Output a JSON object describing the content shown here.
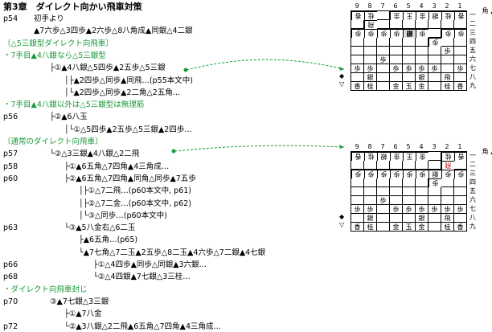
{
  "title": "第3章　ダイレクト向かい飛車対策",
  "lines": [
    {
      "page": "p54",
      "text": "初手より",
      "indent": 1,
      "style": ""
    },
    {
      "page": "",
      "text": "▲7六歩△3四歩▲2六歩△8八角成▲同銀△4二銀",
      "indent": 1,
      "style": ""
    },
    {
      "page": "",
      "text": "〔△5三銀型ダイレクト向飛車〕",
      "indent": 0,
      "style": "green"
    },
    {
      "page": "",
      "text": "・7手目▲4八銀なら△5三銀型",
      "indent": 0,
      "style": "green"
    },
    {
      "page": "",
      "text": "├①▲4八銀△5四歩▲2五歩△5三銀",
      "indent": 2,
      "style": "ul"
    },
    {
      "page": "",
      "text": "│├▲2四歩△同歩▲同飛…(p55本文中)",
      "indent": 3,
      "style": ""
    },
    {
      "page": "",
      "text": "│└▲2四歩△同歩▲2二角△2五角…",
      "indent": 3,
      "style": ""
    },
    {
      "page": "",
      "text": "・7手目▲4八銀以外は△5三銀型は無理筋",
      "indent": 0,
      "style": "green"
    },
    {
      "page": "p56",
      "text": "├②▲6八玉",
      "indent": 2,
      "style": ""
    },
    {
      "page": "",
      "text": "│└①△5四歩▲2五歩△5三銀▲2四歩…",
      "indent": 3,
      "style": ""
    },
    {
      "page": "",
      "text": "〔通常のダイレクト向飛車〕",
      "indent": 0,
      "style": "green"
    },
    {
      "page": "p57",
      "text": "└②△3三銀▲4八銀△2二飛",
      "indent": 2,
      "style": ""
    },
    {
      "page": "p58",
      "text": "├①▲6五角△7四角▲4三角成…",
      "indent": 3,
      "style": ""
    },
    {
      "page": "p60",
      "text": "├②▲6五角△7四角▲同角△同歩▲7五歩",
      "indent": 3,
      "style": ""
    },
    {
      "page": "",
      "text": "│├①△7二飛…(p60本文中, p61)",
      "indent": 4,
      "style": ""
    },
    {
      "page": "",
      "text": "│├②△7二金…(p60本文中, p62)",
      "indent": 4,
      "style": ""
    },
    {
      "page": "",
      "text": "│└③△同歩…(p60本文中)",
      "indent": 4,
      "style": ""
    },
    {
      "page": "p63",
      "text": "└③▲5八金右△6二玉",
      "indent": 3,
      "style": ""
    },
    {
      "page": "",
      "text": "├▲6五角…(p65)",
      "indent": 4,
      "style": ""
    },
    {
      "page": "",
      "text": "└▲7七角△7二玉▲2五歩△8二玉▲4六歩△7二銀▲4七銀",
      "indent": 4,
      "style": ""
    },
    {
      "page": "p66",
      "text": "├①△4四歩▲同歩△同銀▲3六銀…",
      "indent": 5,
      "style": ""
    },
    {
      "page": "p68",
      "text": "└②△4四銀▲7七銀△3三桂…",
      "indent": 5,
      "style": ""
    },
    {
      "page": "",
      "text": "・ダイレクト向飛車封じ",
      "indent": 0,
      "style": "green"
    },
    {
      "page": "p70",
      "text": "③▲7七銀△3三銀",
      "indent": 2,
      "style": ""
    },
    {
      "page": "",
      "text": "├①▲7八金",
      "indent": 3,
      "style": ""
    },
    {
      "page": "p72",
      "text": "└②▲3八銀△2二飛▲6五角△7四角▲4三角成…",
      "indent": 3,
      "style": ""
    }
  ],
  "boards": [
    {
      "files": [
        "9",
        "8",
        "7",
        "6",
        "5",
        "4",
        "3",
        "2",
        "1"
      ],
      "ranks": [
        "一",
        "二",
        "三",
        "四",
        "五",
        "六",
        "七",
        "八",
        "九"
      ],
      "gote_hand": "角",
      "sente_hand": "",
      "grid": [
        [
          [
            "香",
            "g"
          ],
          [
            "桂",
            "g"
          ],
          [
            "",
            ""
          ],
          [
            "金",
            "g"
          ],
          [
            "王",
            "g"
          ],
          [
            "金",
            "g"
          ],
          [
            "銀",
            "g"
          ],
          [
            "桂",
            "g"
          ],
          [
            "香",
            "g"
          ]
        ],
        [
          [
            "",
            ""
          ],
          [
            "飛",
            "g"
          ],
          [
            "",
            ""
          ],
          [
            "",
            ""
          ],
          [
            "",
            ""
          ],
          [
            "",
            ""
          ],
          [
            "",
            ""
          ],
          [
            "",
            ""
          ],
          [
            "",
            ""
          ]
        ],
        [
          [
            "歩",
            "g"
          ],
          [
            "歩",
            "g"
          ],
          [
            "歩",
            "g"
          ],
          [
            "歩",
            "g"
          ],
          [
            "銀",
            "gs"
          ],
          [
            "歩",
            "g"
          ],
          [
            "",
            ""
          ],
          [
            "歩",
            "g"
          ],
          [
            "歩",
            "g"
          ]
        ],
        [
          [
            "",
            ""
          ],
          [
            "",
            ""
          ],
          [
            "",
            ""
          ],
          [
            "",
            ""
          ],
          [
            "",
            ""
          ],
          [
            "",
            ""
          ],
          [
            "歩",
            "g"
          ],
          [
            "",
            ""
          ],
          [
            "",
            ""
          ]
        ],
        [
          [
            "",
            ""
          ],
          [
            "",
            ""
          ],
          [
            "",
            ""
          ],
          [
            "",
            ""
          ],
          [
            "",
            ""
          ],
          [
            "",
            ""
          ],
          [
            "",
            ""
          ],
          [
            "歩",
            "s"
          ],
          [
            "",
            ""
          ]
        ],
        [
          [
            "",
            ""
          ],
          [
            "",
            ""
          ],
          [
            "歩",
            "s"
          ],
          [
            "",
            ""
          ],
          [
            "",
            ""
          ],
          [
            "",
            ""
          ],
          [
            "",
            ""
          ],
          [
            "",
            ""
          ],
          [
            "",
            ""
          ]
        ],
        [
          [
            "歩",
            "s"
          ],
          [
            "歩",
            "s"
          ],
          [
            "",
            ""
          ],
          [
            "歩",
            "s"
          ],
          [
            "歩",
            "s"
          ],
          [
            "歩",
            "s"
          ],
          [
            "歩",
            "s"
          ],
          [
            "",
            ""
          ],
          [
            "歩",
            "s"
          ]
        ],
        [
          [
            "",
            ""
          ],
          [
            "銀",
            "s"
          ],
          [
            "",
            ""
          ],
          [
            "",
            ""
          ],
          [
            "",
            ""
          ],
          [
            "銀",
            "s"
          ],
          [
            "",
            ""
          ],
          [
            "飛",
            "s"
          ],
          [
            "",
            ""
          ]
        ],
        [
          [
            "香",
            "s"
          ],
          [
            "桂",
            "s"
          ],
          [
            "",
            ""
          ],
          [
            "金",
            "s"
          ],
          [
            "玉",
            "s"
          ],
          [
            "金",
            "s"
          ],
          [
            "",
            ""
          ],
          [
            "桂",
            "s"
          ],
          [
            "香",
            "s"
          ]
        ]
      ]
    },
    {
      "files": [
        "9",
        "8",
        "7",
        "6",
        "5",
        "4",
        "3",
        "2",
        "1"
      ],
      "ranks": [
        "一",
        "二",
        "三",
        "四",
        "五",
        "六",
        "七",
        "八",
        "九"
      ],
      "gote_hand": "角",
      "sente_hand": "",
      "grid": [
        [
          [
            "香",
            "g"
          ],
          [
            "桂",
            "g"
          ],
          [
            "銀",
            "g"
          ],
          [
            "金",
            "g"
          ],
          [
            "王",
            "g"
          ],
          [
            "金",
            "g"
          ],
          [
            "",
            ""
          ],
          [
            "桂",
            "g"
          ],
          [
            "香",
            "g"
          ]
        ],
        [
          [
            "",
            ""
          ],
          [
            "",
            ""
          ],
          [
            "",
            ""
          ],
          [
            "",
            ""
          ],
          [
            "",
            ""
          ],
          [
            "",
            ""
          ],
          [
            "",
            ""
          ],
          [
            "飛",
            "gr"
          ],
          [
            "",
            ""
          ]
        ],
        [
          [
            "歩",
            "g"
          ],
          [
            "歩",
            "g"
          ],
          [
            "歩",
            "g"
          ],
          [
            "歩",
            "g"
          ],
          [
            "歩",
            "g"
          ],
          [
            "歩",
            "g"
          ],
          [
            "銀",
            "g"
          ],
          [
            "歩",
            "g"
          ],
          [
            "歩",
            "g"
          ]
        ],
        [
          [
            "",
            ""
          ],
          [
            "",
            ""
          ],
          [
            "",
            ""
          ],
          [
            "",
            ""
          ],
          [
            "",
            ""
          ],
          [
            "",
            ""
          ],
          [
            "歩",
            "g"
          ],
          [
            "",
            ""
          ],
          [
            "",
            ""
          ]
        ],
        [
          [
            "",
            ""
          ],
          [
            "",
            ""
          ],
          [
            "",
            ""
          ],
          [
            "",
            ""
          ],
          [
            "",
            ""
          ],
          [
            "",
            ""
          ],
          [
            "",
            ""
          ],
          [
            "",
            ""
          ],
          [
            "",
            ""
          ]
        ],
        [
          [
            "",
            ""
          ],
          [
            "",
            ""
          ],
          [
            "歩",
            "s"
          ],
          [
            "",
            ""
          ],
          [
            "",
            ""
          ],
          [
            "",
            ""
          ],
          [
            "",
            ""
          ],
          [
            "",
            ""
          ],
          [
            "",
            ""
          ]
        ],
        [
          [
            "歩",
            "s"
          ],
          [
            "歩",
            "s"
          ],
          [
            "",
            ""
          ],
          [
            "歩",
            "s"
          ],
          [
            "歩",
            "s"
          ],
          [
            "歩",
            "s"
          ],
          [
            "歩",
            "s"
          ],
          [
            "歩",
            "s"
          ],
          [
            "歩",
            "s"
          ]
        ],
        [
          [
            "",
            ""
          ],
          [
            "銀",
            "s"
          ],
          [
            "",
            ""
          ],
          [
            "",
            ""
          ],
          [
            "",
            ""
          ],
          [
            "銀",
            "s"
          ],
          [
            "",
            ""
          ],
          [
            "飛",
            "s"
          ],
          [
            "",
            ""
          ]
        ],
        [
          [
            "香",
            "s"
          ],
          [
            "桂",
            "s"
          ],
          [
            "",
            ""
          ],
          [
            "金",
            "s"
          ],
          [
            "玉",
            "s"
          ],
          [
            "金",
            "s"
          ],
          [
            "",
            ""
          ],
          [
            "桂",
            "s"
          ],
          [
            "香",
            "s"
          ]
        ]
      ]
    }
  ],
  "colors": {
    "accent_green": "#1a9a3a",
    "promoted_red": "#c00000"
  }
}
